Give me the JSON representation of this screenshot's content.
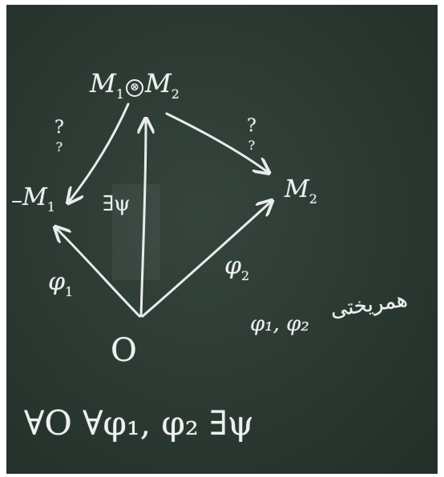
{
  "board": {
    "colors": {
      "board": "#2b3a33",
      "chalk": "#e8ecea",
      "frame": "#ffffff"
    },
    "nodes": {
      "tensor": {
        "left": "M",
        "left_sub": "1",
        "op": "⊗",
        "right": "M",
        "right_sub": "2"
      },
      "m1": {
        "name": "M",
        "sub": "1"
      },
      "m2": {
        "name": "M",
        "sub": "2"
      },
      "origin": {
        "name": "O"
      }
    },
    "edge_labels": {
      "to_m1": {
        "top": "?",
        "bottom": "?"
      },
      "to_m2": {
        "top": "?",
        "bottom": "?"
      },
      "psi": "∃ψ",
      "phi1": {
        "name": "φ",
        "sub": "1"
      },
      "phi2": {
        "name": "φ",
        "sub": "2"
      }
    },
    "side_note": {
      "text": "φ₁, φ₂",
      "script": "همریختی"
    },
    "bottom_line": "∀O ∀φ₁, φ₂ ∃ψ"
  }
}
